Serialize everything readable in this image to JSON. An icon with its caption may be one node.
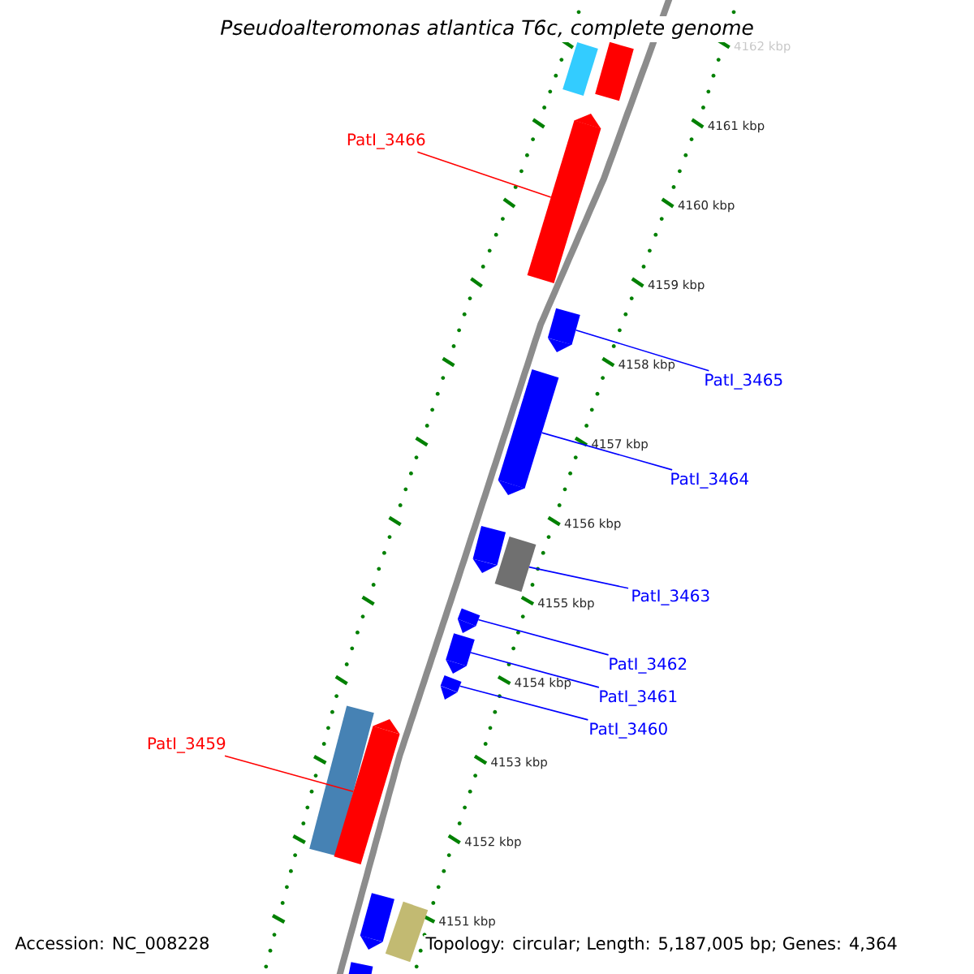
{
  "diagram": {
    "title": "Pseudoalteromonas atlantica T6c, complete genome",
    "nodes": [
      {
        "text": [
          "PatI_3466"
        ]
      },
      {
        "text": [
          "PatI_3465"
        ]
      },
      {
        "text": [
          "PatI_3464"
        ]
      },
      {
        "text": [
          "PatI_3463"
        ]
      },
      {
        "text": [
          "PatI_3462"
        ]
      },
      {
        "text": [
          "PatI_3461"
        ]
      },
      {
        "text": [
          "PatI_3460"
        ]
      },
      {
        "text": [
          "PatI_3459"
        ]
      },
      {
        "text": [],
        "shape": "bar"
      },
      {
        "text": [],
        "shape": "bar"
      },
      {
        "text": [],
        "shape": "bar"
      },
      {
        "text": [],
        "shape": "bar"
      },
      {
        "text": [],
        "shape": "bar"
      },
      {
        "text": [],
        "shape": "bar"
      },
      {
        "text": [],
        "shape": "bar"
      },
      {
        "text": [],
        "shape": "bar"
      },
      {
        "text": [],
        "shape": "bar"
      },
      {
        "text": [],
        "shape": "bar"
      },
      {
        "text": [],
        "shape": "bar"
      },
      {
        "text": [],
        "shape": "bar"
      },
      {
        "text": [],
        "shape": "bar"
      },
      {
        "text": [],
        "shape": "bar"
      },
      {
        "text": [],
        "shape": "bar"
      }
    ],
    "edges": [
      {
        "from": 0,
        "to": 10,
        "arrow": "none",
        "color": "#ff0000"
      },
      {
        "from": 1,
        "to": 11,
        "arrow": "none"
      },
      {
        "from": 2,
        "to": 12,
        "arrow": "none"
      },
      {
        "from": 3,
        "to": 14,
        "arrow": "none"
      },
      {
        "from": 4,
        "to": 15,
        "arrow": "none"
      },
      {
        "from": 5,
        "to": 16,
        "arrow": "none"
      },
      {
        "from": 6,
        "to": 17,
        "arrow": "none"
      },
      {
        "from": 7,
        "to": 19,
        "arrow": "none",
        "color": "#ff0000"
      }
    ],
    "labels": [
      "4162 kbp",
      "4161 kbp",
      "4160 kbp",
      "4159 kbp",
      "4158 kbp",
      "4157 kbp",
      "4156 kbp",
      "4155 kbp",
      "4154 kbp",
      "4153 kbp",
      "4152 kbp",
      "4151 kbp",
      "Accession: NC_008228",
      "Topology: circular; Length: 5,187,005 bp; Genes: 4,364"
    ]
  }
}
